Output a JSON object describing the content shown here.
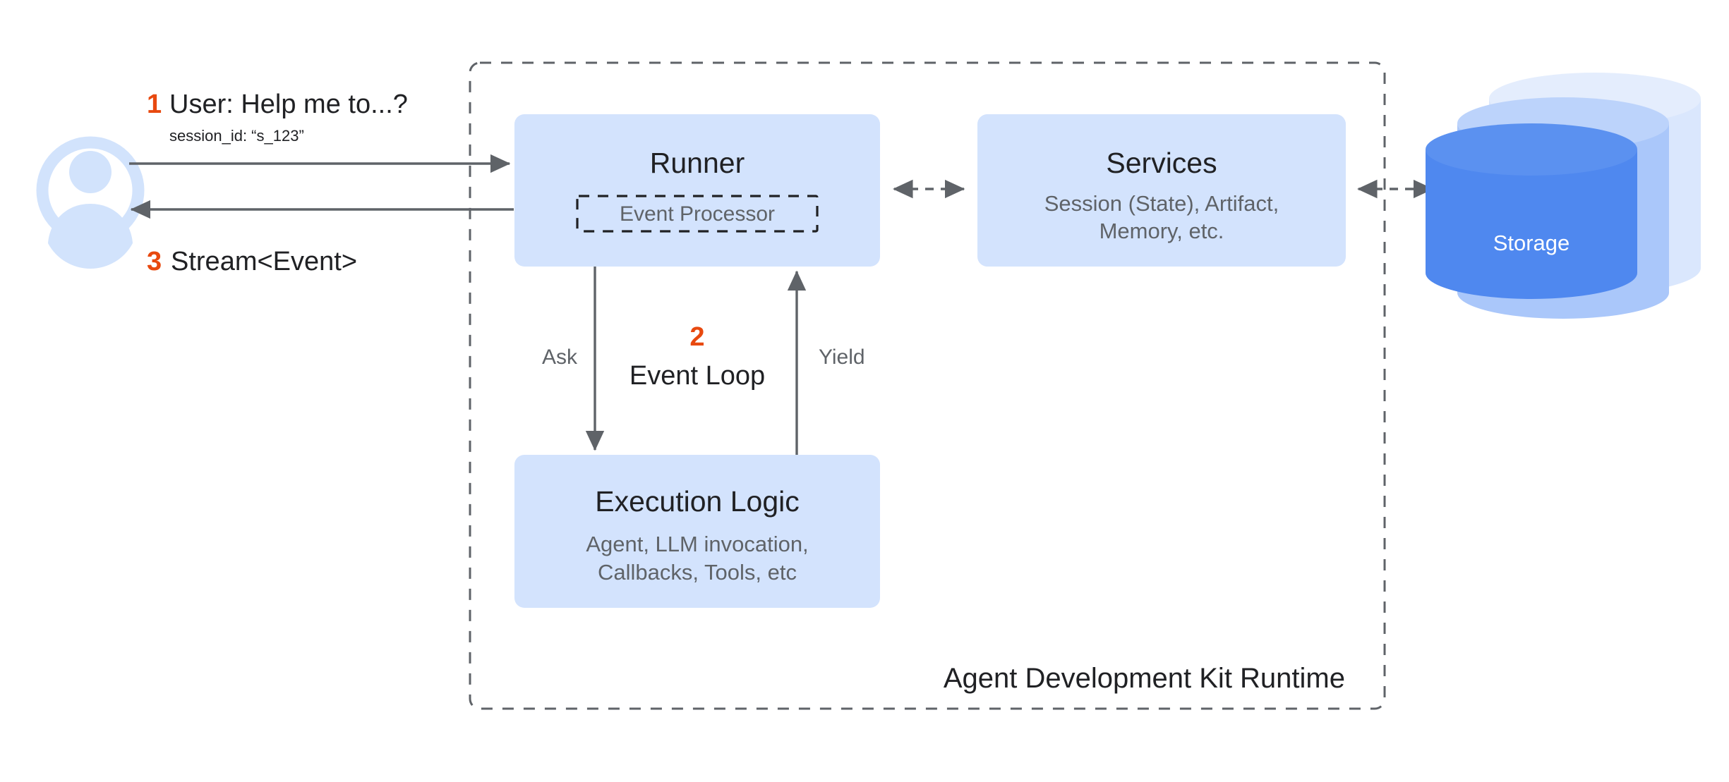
{
  "diagram": {
    "title": "Agent Development Kit Runtime",
    "colors": {
      "box_fill": "#d3e3fd",
      "accent_orange": "#e8490f",
      "text_dark": "#202124",
      "text_gray": "#5f6368",
      "line_gray": "#5f6368",
      "storage_front": "#4285f4",
      "storage_mid": "#a8c7fa",
      "storage_back": "#d9e7fd",
      "avatar_blue": "#d2e3fc"
    },
    "actor": {
      "icon": "user-avatar-icon",
      "name": "User"
    },
    "steps": [
      {
        "num": "1",
        "label": "User: Help me to...?",
        "meta": "session_id: “s_123”"
      },
      {
        "num": "3",
        "label": "Stream<Event>",
        "meta": ""
      }
    ],
    "loop": {
      "num": "2",
      "label": "Event Loop",
      "left_edge_label": "Ask",
      "right_edge_label": "Yield"
    },
    "boxes": [
      {
        "id": "runner",
        "title": "Runner",
        "subtitle": "",
        "inner": "Event Processor"
      },
      {
        "id": "services",
        "title": "Services",
        "subtitle_line1": "Session (State), Artifact,",
        "subtitle_line2": "Memory, etc.",
        "inner": ""
      },
      {
        "id": "execution-logic",
        "title": "Execution Logic",
        "subtitle_line1": "Agent, LLM invocation,",
        "subtitle_line2": "Callbacks, Tools, etc",
        "inner": ""
      }
    ],
    "storage": {
      "label": "Storage"
    }
  }
}
